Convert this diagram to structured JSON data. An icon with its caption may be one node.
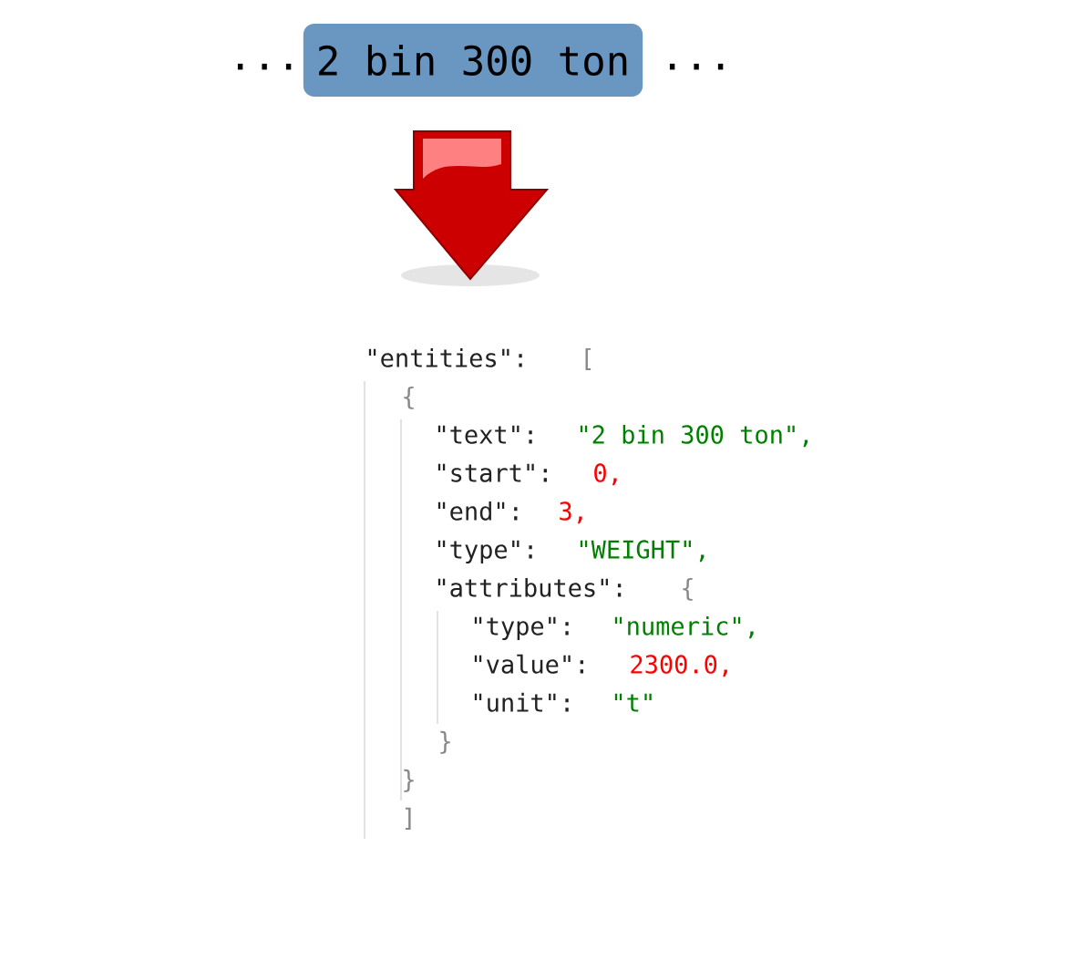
{
  "diagram": {
    "nodes": [
      {
        "text": [
          "2 bin 300 ton"
        ]
      }
    ],
    "labels": [
      "...",
      "...",
      "\"entities\":",
      "[",
      "{",
      "\"text\":",
      "\"2 bin 300 ton\",",
      "\"start\":",
      "0,",
      "\"end\":",
      "3,",
      "\"type\":",
      "\"WEIGHT\",",
      "\"attributes\":",
      "{",
      "\"type\":",
      "\"numeric\",",
      "\"value\":",
      "2300.0,",
      "\"unit\":",
      "\"t\"",
      "}",
      "}",
      "]"
    ]
  }
}
